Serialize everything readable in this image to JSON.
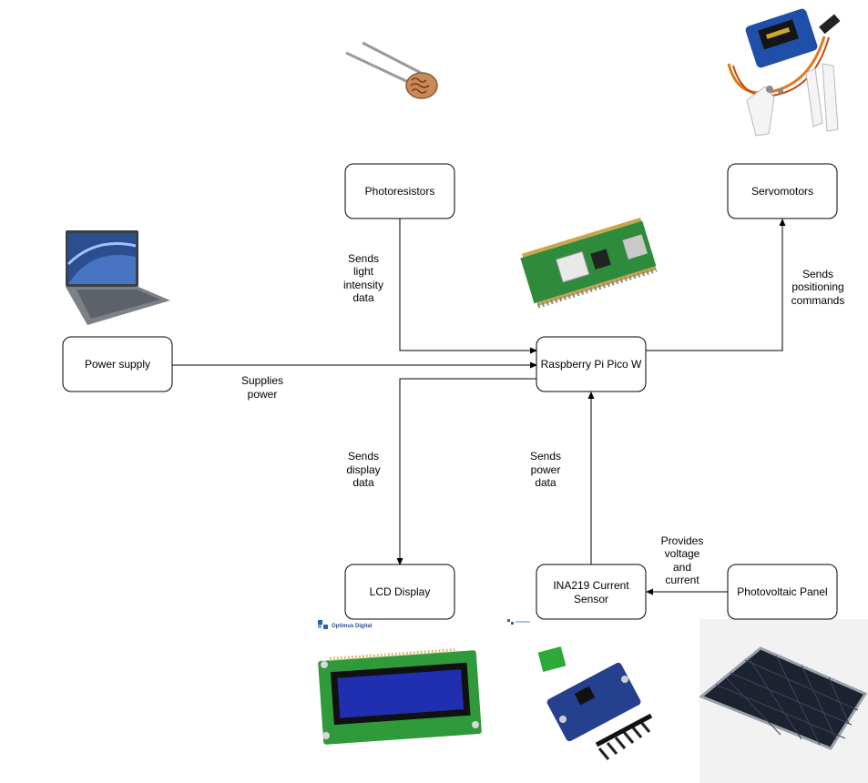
{
  "nodes": {
    "photoresistors": "Photoresistors",
    "servomotors": "Servomotors",
    "power_supply": "Power supply",
    "pico": "Raspberry Pi Pico W",
    "lcd": "LCD Display",
    "ina219_line1": "INA219 Current",
    "ina219_line2": "Sensor",
    "pv_panel": "Photovoltaic Panel"
  },
  "edges": {
    "light_1": "Sends",
    "light_2": "light",
    "light_3": "intensity",
    "light_4": "data",
    "pos_1": "Sends",
    "pos_2": "positioning",
    "pos_3": "commands",
    "power_1": "Supplies",
    "power_2": "power",
    "display_1": "Sends",
    "display_2": "display",
    "display_3": "data",
    "pdata_1": "Sends",
    "pdata_2": "power",
    "pdata_3": "data",
    "volt_1": "Provides",
    "volt_2": "voltage",
    "volt_3": "and",
    "volt_4": "current"
  },
  "images": {
    "lcd_brand": "Optimus Digital"
  },
  "colors": {
    "line": "#000000",
    "node_fill": "#ffffff",
    "pcb_green": "#2e8b3c",
    "pcb_blue": "#24408e",
    "lcd_blue": "#1f2fb0",
    "copper": "#d2731e"
  }
}
